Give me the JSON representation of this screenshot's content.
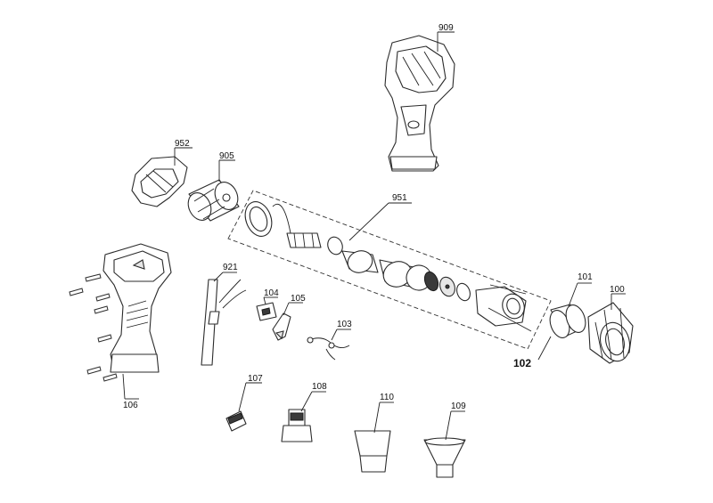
{
  "parts": {
    "p909": "909",
    "p952": "952",
    "p905": "905",
    "p951": "951",
    "p921": "921",
    "p104": "104",
    "p105": "105",
    "p103": "103",
    "p101": "101",
    "p100": "100",
    "p102": "102",
    "p106": "106",
    "p107": "107",
    "p108": "108",
    "p110": "110",
    "p109": "109"
  }
}
